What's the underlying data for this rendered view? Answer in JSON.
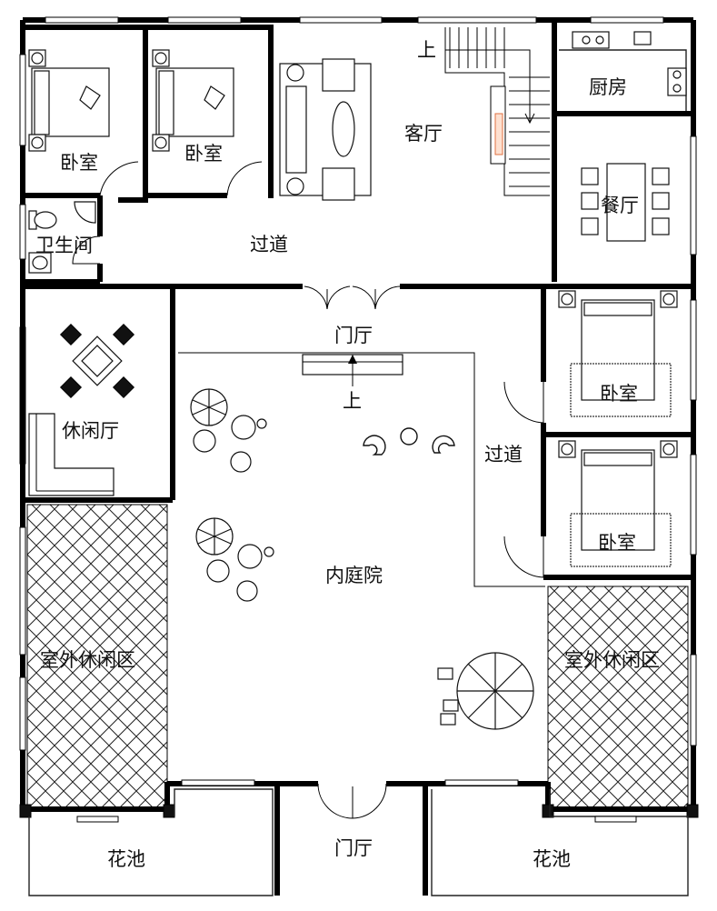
{
  "rooms": {
    "bedroom_1": "卧室",
    "bedroom_2": "卧室",
    "living_room": "客厅",
    "kitchen": "厨房",
    "dining_room": "餐厅",
    "bathroom": "卫生间",
    "corridor_top": "过道",
    "lounge": "休闲厅",
    "entry_hall_center": "门厅",
    "bedroom_3": "卧室",
    "corridor_right": "过道",
    "bedroom_4": "卧室",
    "courtyard": "内庭院",
    "outdoor_area_left": "室外休闲区",
    "outdoor_area_right": "室外休闲区",
    "flower_bed_left": "花池",
    "entry_hall_bottom": "门厅",
    "flower_bed_right": "花池"
  },
  "markers": {
    "stair_up": "上",
    "entry_up": "上"
  },
  "icons": {
    "hatch_pattern": "diagonal-grid",
    "bed": "bed-icon",
    "sofa": "sofa-icon",
    "dining_table": "dining-table-icon",
    "stairs": "stairs-icon",
    "tree": "tree-icon",
    "umbrella": "patio-umbrella-icon"
  }
}
